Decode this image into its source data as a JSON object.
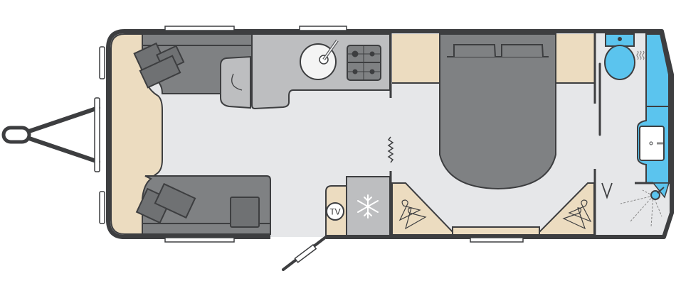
{
  "floorplan": {
    "tv_label": "TV",
    "colors": {
      "wall": "#3d3e40",
      "floor": "#e6e7e9",
      "upholstery": "#7f8183",
      "cabinet": "#ecdcc0",
      "kitchen": "#bdbec0",
      "washroom": "#5bc4ee",
      "window": "#ffffff"
    },
    "icons": [
      "sofa",
      "cushion",
      "sink",
      "hob",
      "fridge-snowflake",
      "tv",
      "double-bed",
      "wardrobe-hanger",
      "toilet",
      "washbasin",
      "shower",
      "heater",
      "door",
      "towbar-hitch"
    ]
  }
}
